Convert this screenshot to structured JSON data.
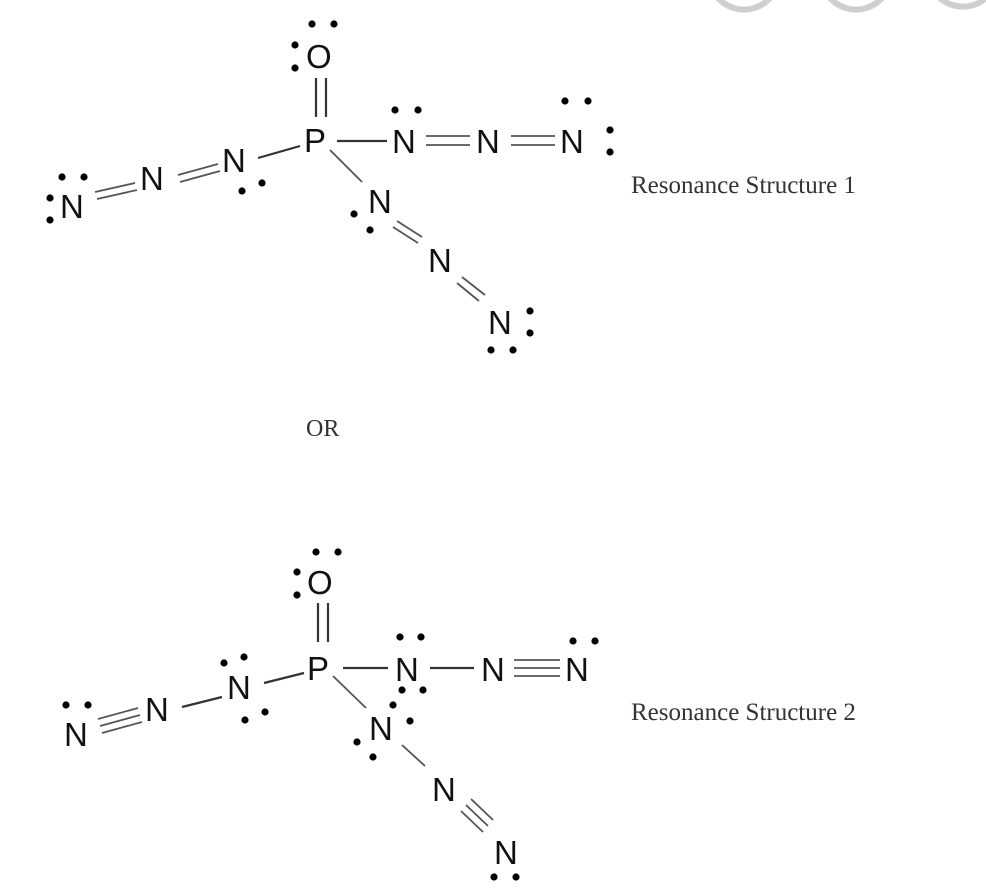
{
  "diagram": {
    "separator_text": "OR",
    "structures": [
      {
        "label": "Resonance Structure 1",
        "central_atom": "P",
        "atoms": {
          "O": "O",
          "P": "P",
          "Na1": "N",
          "Na2": "N",
          "Na3": "N",
          "Nb1": "N",
          "Nb2": "N",
          "Nb3": "N",
          "Nc1": "N",
          "Nc2": "N",
          "Nc3": "N"
        },
        "bonds": [
          {
            "from": "P",
            "to": "O",
            "order": 2
          },
          {
            "from": "P",
            "to": "Na1",
            "order": 1
          },
          {
            "from": "Na1",
            "to": "Na2",
            "order": 2
          },
          {
            "from": "Na2",
            "to": "Na3",
            "order": 2
          },
          {
            "from": "P",
            "to": "Nb1",
            "order": 1
          },
          {
            "from": "Nb1",
            "to": "Nb2",
            "order": 2
          },
          {
            "from": "Nb2",
            "to": "Nb3",
            "order": 2
          },
          {
            "from": "P",
            "to": "Nc1",
            "order": 1
          },
          {
            "from": "Nc1",
            "to": "Nc2",
            "order": 2
          },
          {
            "from": "Nc2",
            "to": "Nc3",
            "order": 2
          }
        ]
      },
      {
        "label": "Resonance Structure 2",
        "central_atom": "P",
        "atoms": {
          "O": "O",
          "P": "P",
          "Na1": "N",
          "Na2": "N",
          "Na3": "N",
          "Nb1": "N",
          "Nb2": "N",
          "Nb3": "N",
          "Nc1": "N",
          "Nc2": "N",
          "Nc3": "N"
        },
        "bonds": [
          {
            "from": "P",
            "to": "O",
            "order": 2
          },
          {
            "from": "P",
            "to": "Na1",
            "order": 1
          },
          {
            "from": "Na1",
            "to": "Na2",
            "order": 1
          },
          {
            "from": "Na2",
            "to": "Na3",
            "order": 3
          },
          {
            "from": "P",
            "to": "Nb1",
            "order": 1
          },
          {
            "from": "Nb1",
            "to": "Nb2",
            "order": 1
          },
          {
            "from": "Nb2",
            "to": "Nb3",
            "order": 3
          },
          {
            "from": "P",
            "to": "Nc1",
            "order": 1
          },
          {
            "from": "Nc1",
            "to": "Nc2",
            "order": 1
          },
          {
            "from": "Nc2",
            "to": "Nc3",
            "order": 3
          }
        ]
      }
    ]
  }
}
